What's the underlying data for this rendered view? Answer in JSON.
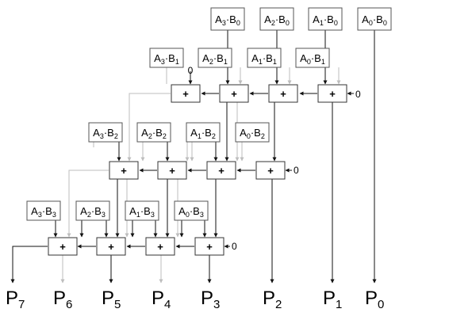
{
  "partial_products": [
    {
      "id": "a3b0",
      "a": "A",
      "ai": "3",
      "b": "B",
      "bi": "0"
    },
    {
      "id": "a2b0",
      "a": "A",
      "ai": "2",
      "b": "B",
      "bi": "0"
    },
    {
      "id": "a1b0",
      "a": "A",
      "ai": "1",
      "b": "B",
      "bi": "0"
    },
    {
      "id": "a0b0",
      "a": "A",
      "ai": "0",
      "b": "B",
      "bi": "0"
    },
    {
      "id": "a3b1",
      "a": "A",
      "ai": "3",
      "b": "B",
      "bi": "1"
    },
    {
      "id": "a2b1",
      "a": "A",
      "ai": "2",
      "b": "B",
      "bi": "1"
    },
    {
      "id": "a1b1",
      "a": "A",
      "ai": "1",
      "b": "B",
      "bi": "1"
    },
    {
      "id": "a0b1",
      "a": "A",
      "ai": "0",
      "b": "B",
      "bi": "1"
    },
    {
      "id": "a3b2",
      "a": "A",
      "ai": "3",
      "b": "B",
      "bi": "2"
    },
    {
      "id": "a2b2",
      "a": "A",
      "ai": "2",
      "b": "B",
      "bi": "2"
    },
    {
      "id": "a1b2",
      "a": "A",
      "ai": "1",
      "b": "B",
      "bi": "2"
    },
    {
      "id": "a0b2",
      "a": "A",
      "ai": "0",
      "b": "B",
      "bi": "2"
    },
    {
      "id": "a3b3",
      "a": "A",
      "ai": "3",
      "b": "B",
      "bi": "3"
    },
    {
      "id": "a2b3",
      "a": "A",
      "ai": "2",
      "b": "B",
      "bi": "3"
    },
    {
      "id": "a1b3",
      "a": "A",
      "ai": "1",
      "b": "B",
      "bi": "3"
    },
    {
      "id": "a0b3",
      "a": "A",
      "ai": "0",
      "b": "B",
      "bi": "3"
    }
  ],
  "adder_symbol": "+",
  "carry_in": "0",
  "outputs": [
    {
      "id": "p7",
      "letter": "P",
      "index": "7"
    },
    {
      "id": "p6",
      "letter": "P",
      "index": "6"
    },
    {
      "id": "p5",
      "letter": "P",
      "index": "5"
    },
    {
      "id": "p4",
      "letter": "P",
      "index": "4"
    },
    {
      "id": "p3",
      "letter": "P",
      "index": "3"
    },
    {
      "id": "p2",
      "letter": "P",
      "index": "2"
    },
    {
      "id": "p1",
      "letter": "P",
      "index": "1"
    },
    {
      "id": "p0",
      "letter": "P",
      "index": "0"
    }
  ]
}
